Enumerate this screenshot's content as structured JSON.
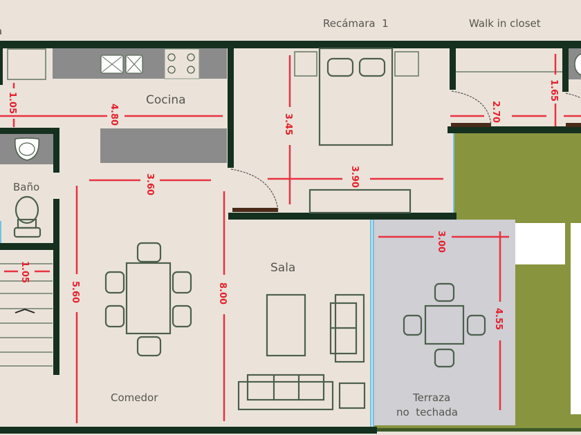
{
  "plan": {
    "title": "Floor plan",
    "colors": {
      "background": "#ebe3da",
      "wall": "#15301f",
      "dimension": "#e5202e",
      "counter": "#8b8b8b",
      "garden": "#88943e",
      "terrace": "#cfcfd4",
      "glass": "#6fc3e6",
      "furniture": "#4c5f4c"
    },
    "rooms": {
      "partial_left": "a",
      "recamara": "Recámara  1",
      "closet": "Walk in closet",
      "cocina": "Cocina",
      "bano": "Baño",
      "sala": "Sala",
      "comedor": "Comedor",
      "terraza_line1": "Terraza",
      "terraza_line2": "no  techada"
    },
    "dimensions": {
      "cocina_depth": "1.05",
      "cocina_width": "4.80",
      "recamara_height": "3.45",
      "recamara_width": "3.90",
      "closet_width": "2.70",
      "closet_depth": "1.65",
      "comedor_width": "3.60",
      "comedor_height": "5.60",
      "living_height": "8.00",
      "stairs_width": "1.05",
      "terraza_width": "3.00",
      "terraza_height": "4.55"
    }
  }
}
